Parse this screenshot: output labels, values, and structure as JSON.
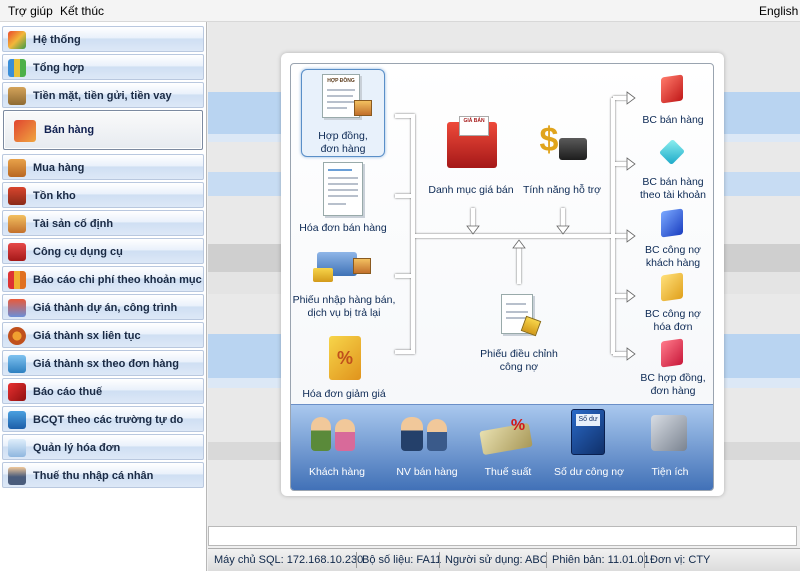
{
  "menu": {
    "help": "Trợ giúp",
    "exit": "Kết thúc",
    "language": "English"
  },
  "sidebar": {
    "items": [
      {
        "label": "Hệ thống",
        "icon": "gear-blocks-icon"
      },
      {
        "label": "Tổng hợp",
        "icon": "chart-bars-icon"
      },
      {
        "label": "Tiền mặt, tiền gửi, tiền vay",
        "icon": "bank-icon"
      },
      {
        "label": "Bán hàng",
        "icon": "goods-boxes-icon",
        "active": true
      },
      {
        "label": "Mua hàng",
        "icon": "shopping-basket-icon"
      },
      {
        "label": "Tồn kho",
        "icon": "warehouse-icon"
      },
      {
        "label": "Tài sản cố định",
        "icon": "house-icon"
      },
      {
        "label": "Công cụ dụng cụ",
        "icon": "toolbox-icon"
      },
      {
        "label": "Báo cáo chi phí theo khoản mục",
        "icon": "binders-icon"
      },
      {
        "label": "Giá thành dự án, công trình",
        "icon": "construction-icon"
      },
      {
        "label": "Giá thành sx liên tục",
        "icon": "gears-icon"
      },
      {
        "label": "Giá thành sx theo đơn hàng",
        "icon": "calculator-icon"
      },
      {
        "label": "Báo cáo thuế",
        "icon": "percent-icon"
      },
      {
        "label": "BCQT theo các trường tự do",
        "icon": "cart-icon"
      },
      {
        "label": "Quản lý hóa đơn",
        "icon": "invoice-icon"
      },
      {
        "label": "Thuế thu nhập cá nhân",
        "icon": "person-icon"
      }
    ]
  },
  "diagram": {
    "nodes": {
      "contract": {
        "label1": "Hợp đồng,",
        "label2": "đơn hàng",
        "image_text": "HỢP ĐỒNG"
      },
      "sales_invoice": {
        "label1": "Hóa đơn bán hàng"
      },
      "return_receipt": {
        "label1": "Phiếu nhập hàng bán,",
        "label2": "dịch vụ bị trả lại"
      },
      "discount_invoice": {
        "label1": "Hóa đơn giảm giá"
      },
      "price_list": {
        "label1": "Danh mục giá bán",
        "image_text": "GIÁ BÁN"
      },
      "support_features": {
        "label1": "Tính năng hỗ trợ"
      },
      "debt_adjustment": {
        "label1": "Phiếu điều chỉnh",
        "label2": "công nợ"
      },
      "bc_sales": {
        "label1": "BC bán hàng"
      },
      "bc_sales_account": {
        "label1": "BC bán hàng",
        "label2": "theo tài khoản"
      },
      "bc_debt_customer": {
        "label1": "BC công nợ",
        "label2": "khách hàng"
      },
      "bc_debt_invoice": {
        "label1": "BC công nợ",
        "label2": "hóa đơn"
      },
      "bc_contract": {
        "label1": "BC hợp đồng,",
        "label2": "đơn hàng"
      }
    },
    "toolbar": {
      "customers": "Khách hàng",
      "sales_staff": "NV bán hàng",
      "tax_rate": "Thuế suất",
      "debt_balance": "Số dư công nợ",
      "debt_balance_book": "Số dư",
      "utilities": "Tiện ích"
    }
  },
  "status": {
    "sql_server": "Máy chủ SQL: 172.168.10.230",
    "database": "Bộ số liệu: FA11",
    "user": "Người sử dụng: ABC",
    "version": "Phiên bản: 11.01.01",
    "unit": "Đơn vị: CTY"
  },
  "colors": {
    "accent": "#3f6fb6",
    "sidebar_gradient": "#cfdff3",
    "stripe_blue": "#b9d4f1"
  }
}
